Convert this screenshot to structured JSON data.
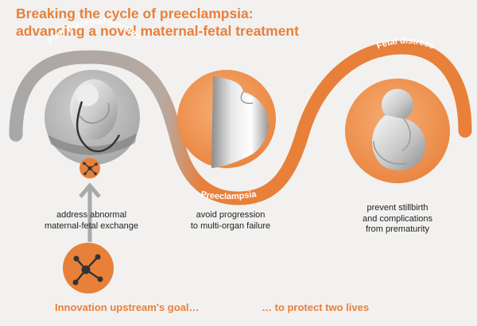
{
  "title": {
    "line1": "Breaking the cycle of preeclampsia:",
    "line2": "advancing a novel maternal-fetal treatment"
  },
  "stages": [
    {
      "label": "Poor placental function",
      "caption_line1": "address abnormal",
      "caption_line2": "maternal-fetal exchange"
    },
    {
      "label": "Preeclampsia",
      "caption_line1": "avoid progression",
      "caption_line2": "to multi-organ failure"
    },
    {
      "label": "Fetal distress",
      "caption_line1": "prevent stillbirth",
      "caption_line2": "and complications",
      "caption_line3": "from prematurity"
    }
  ],
  "footer": {
    "left": "Innovation upstream's goal…",
    "right": "… to protect two lives"
  },
  "icons": {
    "molecule": "molecule-icon",
    "arrow": "arrow-up-icon",
    "fetus": "fetus-icon",
    "pregnant_belly": "pregnant-belly-icon"
  },
  "colors": {
    "accent": "#e8803a",
    "arc_gray": "#a9a9a9",
    "text": "#222222",
    "background": "#f2f1f0"
  }
}
